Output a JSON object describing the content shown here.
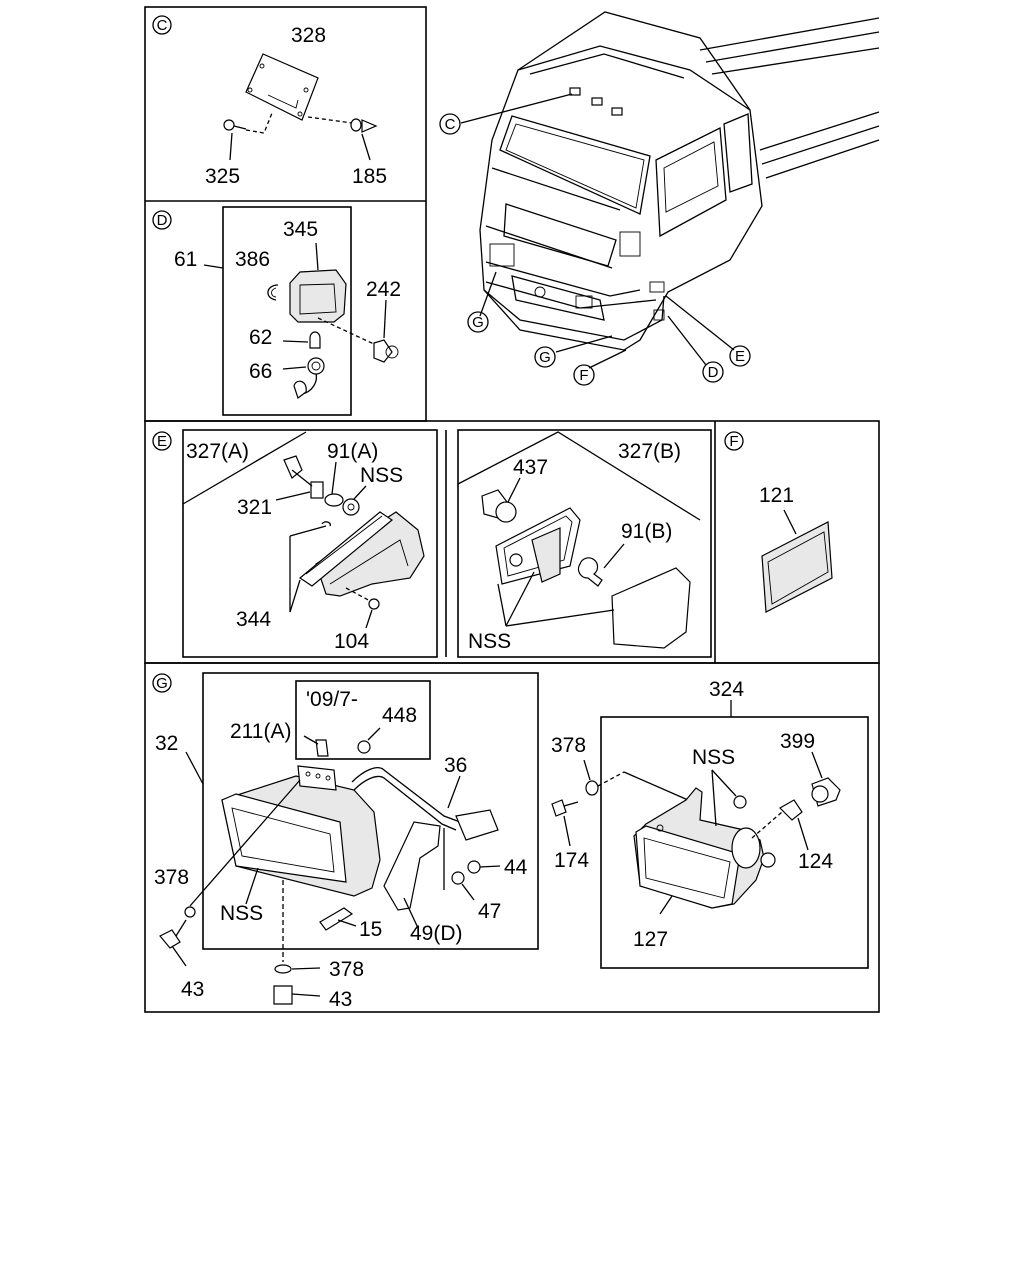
{
  "sections": {
    "C": "C",
    "D": "D",
    "E": "E",
    "F": "F",
    "G": "G"
  },
  "cab_callouts": [
    "C",
    "G",
    "G",
    "F",
    "D",
    "E"
  ],
  "parts": {
    "p328": "328",
    "p325": "325",
    "p185": "185",
    "p61": "61",
    "p345": "345",
    "p386": "386",
    "p242": "242",
    "p62": "62",
    "p66": "66",
    "p327a": "327(A)",
    "p91a": "91(A)",
    "nss_e1": "NSS",
    "p321": "321",
    "p344": "344",
    "p104": "104",
    "p327b": "327(B)",
    "p437": "437",
    "p91b": "91(B)",
    "nss_e2": "NSS",
    "p121": "121",
    "p32": "32",
    "date_note": "'09/7-",
    "p448": "448",
    "p211a": "211(A)",
    "p36": "36",
    "p378_1": "378",
    "nss_g1": "NSS",
    "p43_1": "43",
    "p15": "15",
    "p49d": "49(D)",
    "p44": "44",
    "p47": "47",
    "p378_2": "378",
    "p43_2": "43",
    "p324": "324",
    "p378_3": "378",
    "nss_g2": "NSS",
    "p399": "399",
    "p174": "174",
    "p124": "124",
    "p127": "127"
  }
}
